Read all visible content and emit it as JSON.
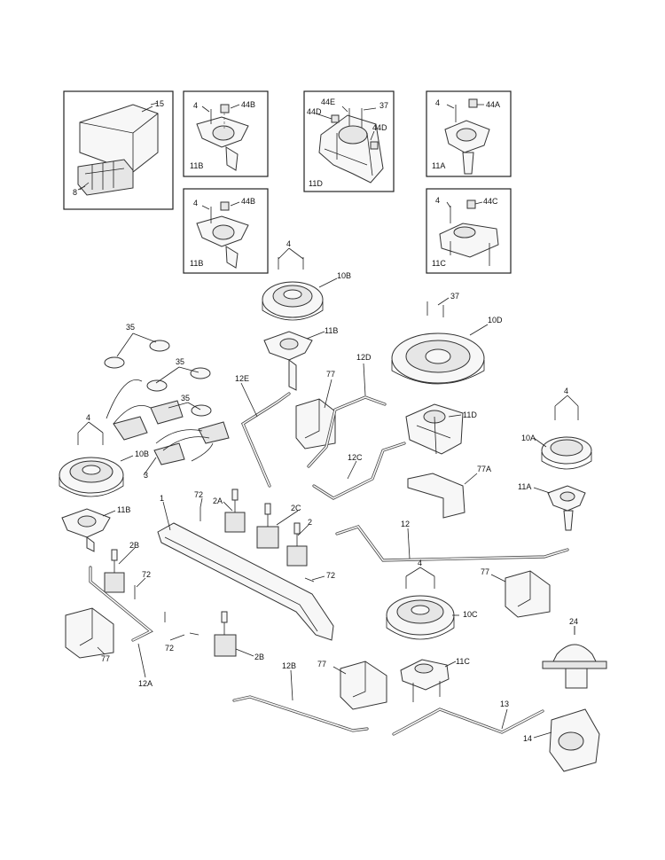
{
  "labels": {
    "l15": "15",
    "l8": "8",
    "l4a": "4",
    "l44b_a": "44B",
    "l11b_a": "11B",
    "l44e": "44E",
    "l37_a": "37",
    "l44d_a": "44D",
    "l44d_b": "44D",
    "l11d_a": "11D",
    "l4b": "4",
    "l44a": "44A",
    "l11a_a": "11A",
    "l4c": "4",
    "l44b_b": "44B",
    "l11b_b": "11B",
    "l4d": "4",
    "l44c": "44C",
    "l11c_a": "11C",
    "l4e": "4",
    "l10b_a": "10B",
    "l11b_c": "11B",
    "l37_b": "37",
    "l10d": "10D",
    "l11d_b": "11D",
    "l35_a": "35",
    "l35_b": "35",
    "l35_c": "35",
    "l4f": "4",
    "l10b_b": "10B",
    "l3": "3",
    "l11b_d": "11B",
    "l12e": "12E",
    "l77_a": "77",
    "l12d": "12D",
    "l12c": "12C",
    "l77a": "77A",
    "l4g": "4",
    "l10a": "10A",
    "l11a_b": "11A",
    "l1": "1",
    "l72_a": "72",
    "l2a": "2A",
    "l2c": "2C",
    "l2": "2",
    "l12": "12",
    "l2b_a": "2B",
    "l72_b": "72",
    "l72_c": "72",
    "l72_d": "72",
    "l77_b": "77",
    "l12a": "12A",
    "l2b_b": "2B",
    "l4h": "4",
    "l77_c": "77",
    "l10c": "10C",
    "l24": "24",
    "l12b": "12B",
    "l77_d": "77",
    "l11c_b": "11C",
    "l13": "13",
    "l14": "14"
  }
}
